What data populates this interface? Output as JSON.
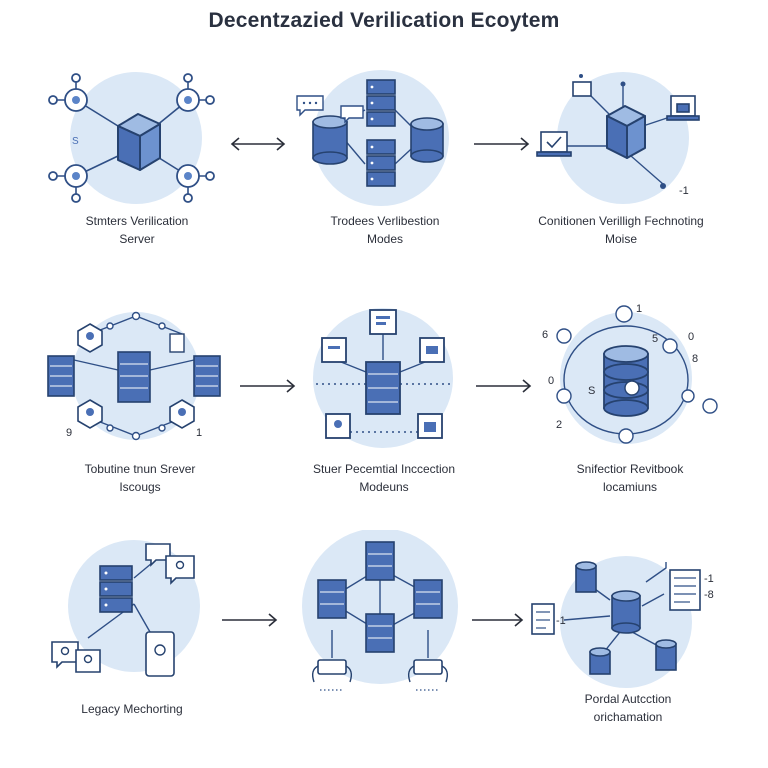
{
  "title": "Decentzazied Verilication Ecoytem",
  "nodes": [
    {
      "line1": "Stmters Verilication",
      "line2": "Server"
    },
    {
      "line1": "Trodees Verlibestion",
      "line2": "Modes"
    },
    {
      "line1": "Conitionen Verilligh Fechnoting",
      "line2": "Moise"
    },
    {
      "line1": "Tobutine tnun Srever",
      "line2": "Iscougs"
    },
    {
      "line1": "Stuer Pecemtial Inccection",
      "line2": "Modeuns"
    },
    {
      "line1": "Snifectior Revitbook",
      "line2": "locamiuns"
    },
    {
      "line1": "Legacy Mechorting",
      "line2": ""
    },
    {
      "line1": "Pordal Autcction",
      "line2": "orichamation"
    }
  ],
  "labels": {
    "c1": "S",
    "c3": "-1",
    "c4a": "9",
    "c4b": "1",
    "c6a": "6",
    "c6b": "1",
    "c6c": "5",
    "c6d": "0",
    "c6e": "8",
    "c6f": "0",
    "c6g": "S",
    "c6h": "2",
    "c9a": "-1",
    "c9b": "-8",
    "c9c": "-1"
  },
  "colors": {
    "accent": "#4a6fb5",
    "dark": "#26426f",
    "circle": "#dbe8f6",
    "fill": "#5b84c8"
  }
}
